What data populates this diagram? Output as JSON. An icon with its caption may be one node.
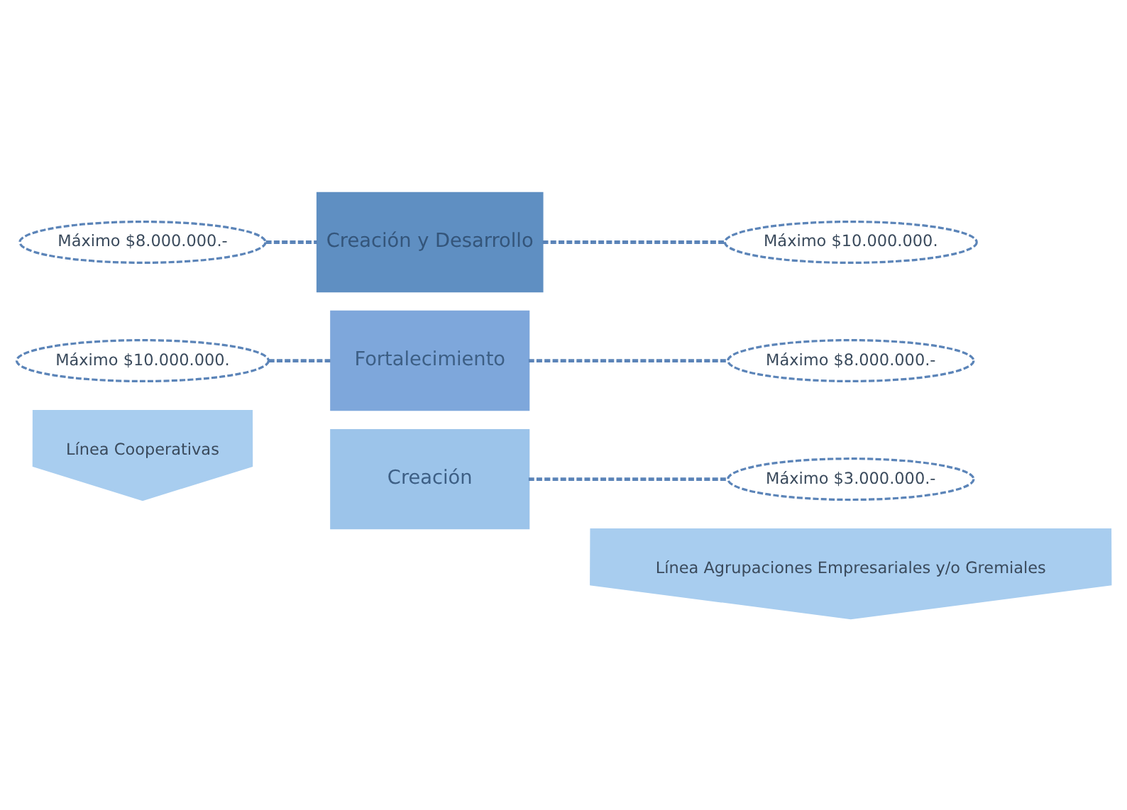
{
  "diagram": {
    "nodes": [
      {
        "text": [
          "Línea Cooperativas"
        ]
      },
      {
        "text": [
          "Línea Agrupaciones Empresariales y/o Gremiales"
        ]
      },
      {
        "text": [
          "Creación"
        ]
      },
      {
        "text": [
          "Máximo $3.000.000.-"
        ]
      },
      {
        "text": [
          "Máximo $10.000.000."
        ]
      },
      {
        "text": [
          "Fortalecimiento"
        ]
      },
      {
        "text": [
          "Máximo $8.000.000.-"
        ]
      },
      {
        "text": [
          "Máximo $8.000.000.-"
        ]
      },
      {
        "text": [
          "Creación y Desarrollo"
        ]
      },
      {
        "text": [
          "Máximo $10.000.000."
        ]
      }
    ],
    "edges": [
      {
        "from": 2,
        "to": 3,
        "arrow": "none",
        "style": "dashed"
      },
      {
        "from": 4,
        "to": 5,
        "arrow": "none",
        "style": "dashed"
      },
      {
        "from": 5,
        "to": 6,
        "arrow": "none",
        "style": "dashed"
      },
      {
        "from": 7,
        "to": 8,
        "arrow": "none",
        "style": "dashed"
      },
      {
        "from": 8,
        "to": 9,
        "arrow": "none",
        "style": "dashed"
      }
    ]
  }
}
